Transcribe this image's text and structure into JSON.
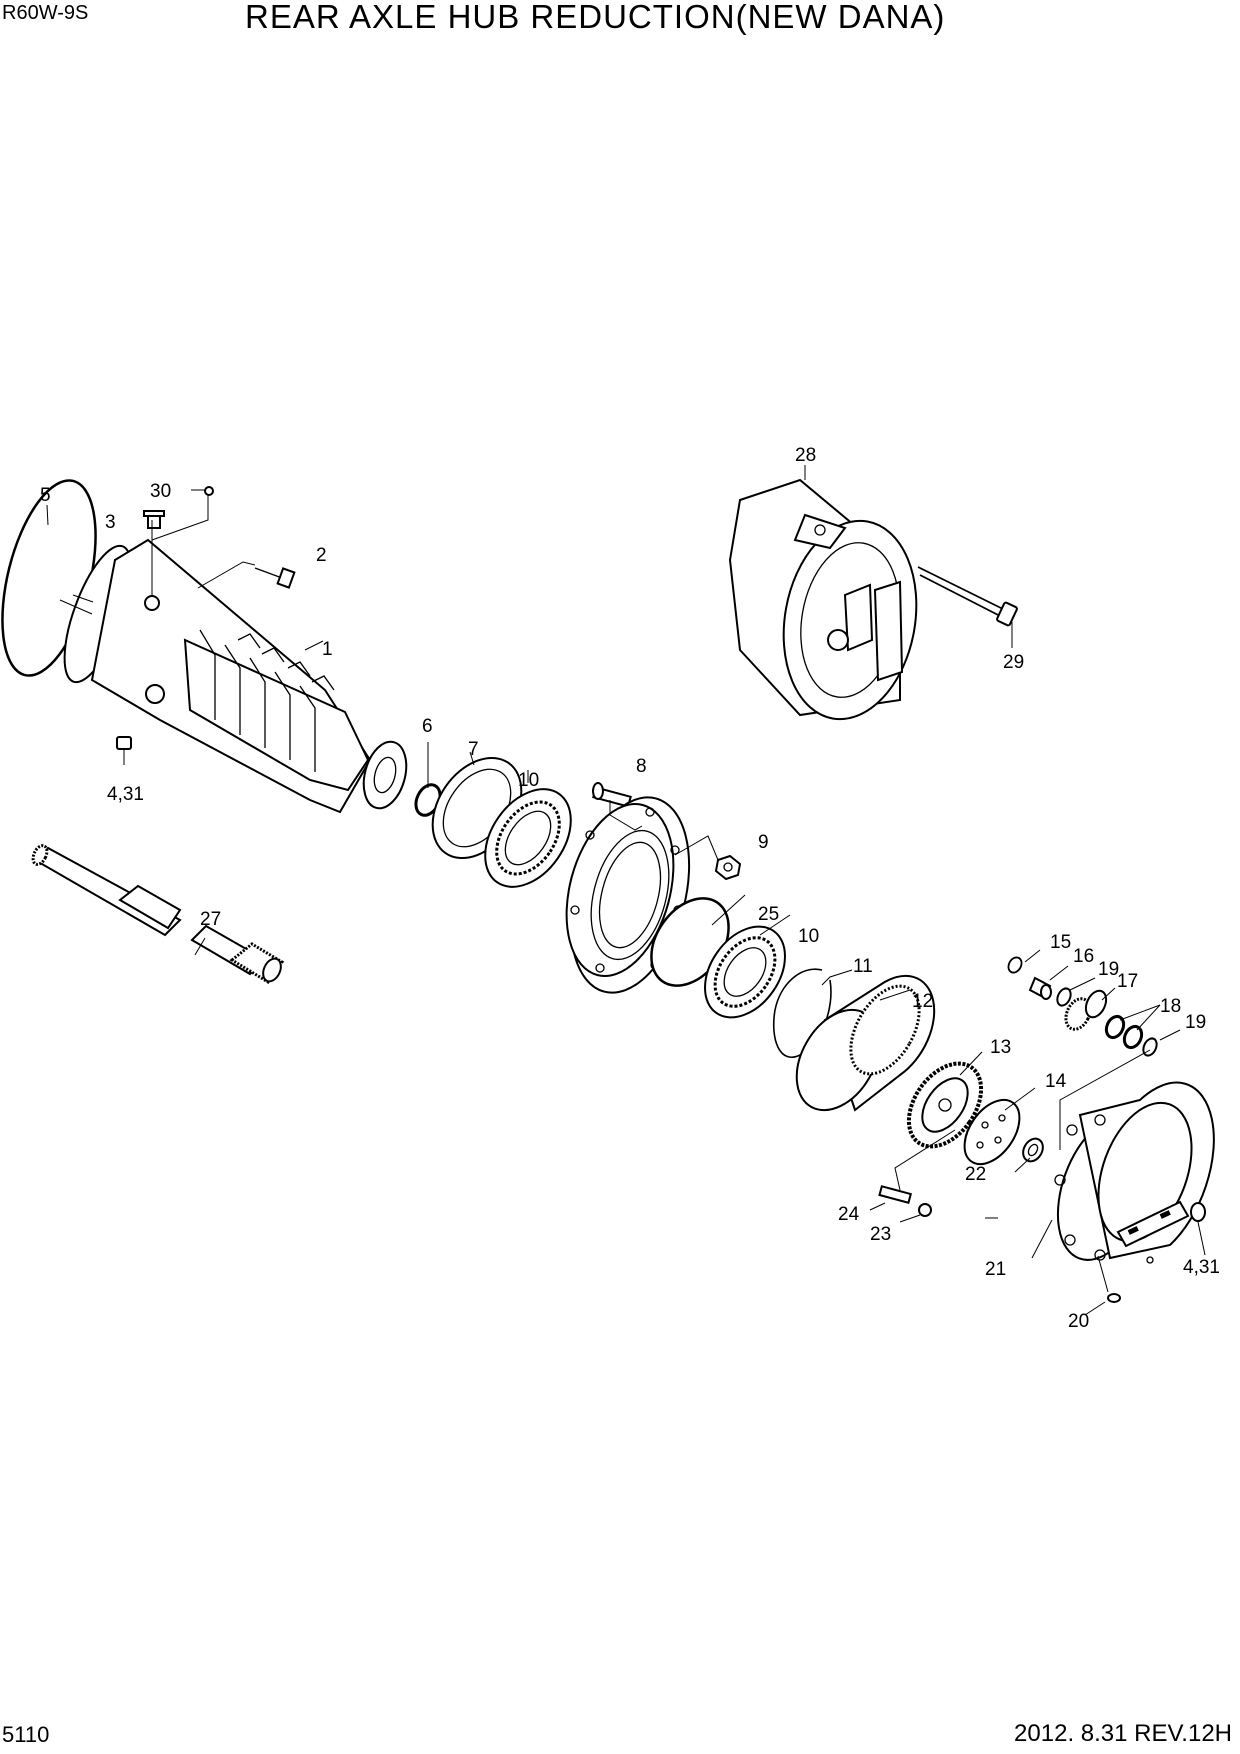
{
  "header": {
    "model": "R60W-9S",
    "title": "REAR AXLE HUB REDUCTION(NEW DANA)"
  },
  "footer": {
    "page_number": "5110",
    "revision": "2012. 8.31 REV.12H"
  },
  "callouts": {
    "c1": "1",
    "c2": "2",
    "c3": "3",
    "c4a": "4,31",
    "c4b": "4,31",
    "c5": "5",
    "c6": "6",
    "c7": "7",
    "c8": "8",
    "c9": "9",
    "c10a": "10",
    "c10b": "10",
    "c11": "11",
    "c12": "12",
    "c13": "13",
    "c14": "14",
    "c15": "15",
    "c16": "16",
    "c17": "17",
    "c18": "18",
    "c19a": "19",
    "c19b": "19",
    "c20": "20",
    "c21": "21",
    "c22": "22",
    "c23": "23",
    "c24": "24",
    "c25": "25",
    "c27": "27",
    "c28": "28",
    "c29": "29",
    "c30": "30"
  }
}
